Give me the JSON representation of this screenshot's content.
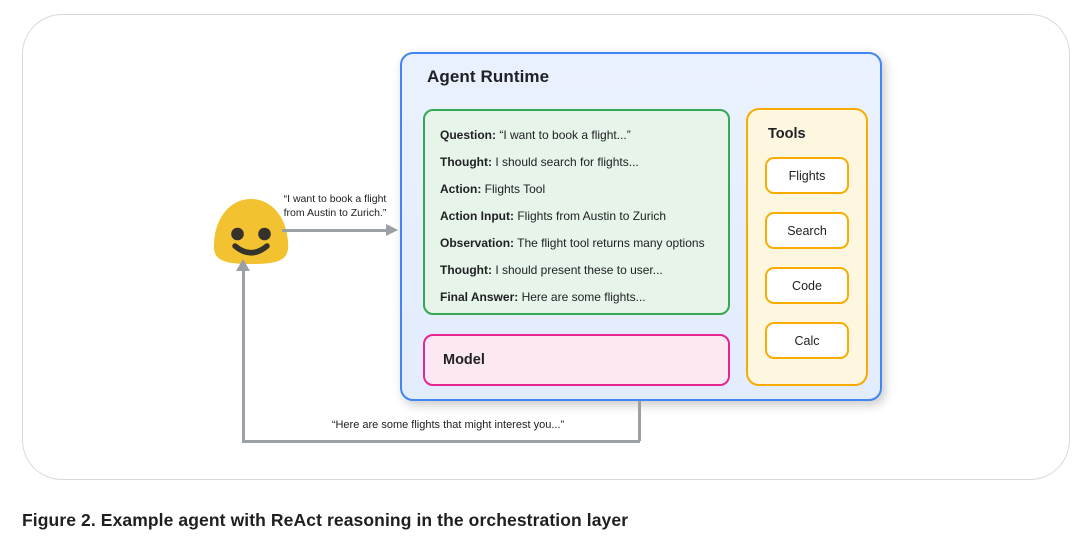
{
  "caption": "Figure 2. Example agent with ReAct reasoning in the orchestration layer",
  "user": {
    "emoji": "smiling-blob-face",
    "request_line1": "“I want to book a flight",
    "request_line2": "from Austin to Zurich.”",
    "response": "“Here are some flights that might interest you...”"
  },
  "runtime": {
    "title": "Agent Runtime",
    "scratchpad": {
      "lines": [
        {
          "label": "Question:",
          "text": " “I want to book a flight...”"
        },
        {
          "label": "Thought:",
          "text": " I should search for flights..."
        },
        {
          "label": "Action:",
          "text": " Flights Tool"
        },
        {
          "label": "Action Input:",
          "text": " Flights from Austin to Zurich"
        },
        {
          "label": "Observation:",
          "text": " The flight tool returns many options"
        },
        {
          "label": "Thought:",
          "text": " I should present these to user..."
        },
        {
          "label": "Final Answer:",
          "text": " Here are some flights..."
        }
      ]
    },
    "model": {
      "label": "Model"
    },
    "tools": {
      "title": "Tools",
      "items": [
        "Flights",
        "Search",
        "Code",
        "Calc"
      ]
    }
  },
  "colors": {
    "runtime_border": "#4285f4",
    "runtime_fill": "#e8f0fe",
    "scratchpad_border": "#34a853",
    "scratchpad_fill": "#e6f4ea",
    "model_border": "#e52592",
    "model_fill": "#fce8f3",
    "tools_border": "#f9ab00",
    "tools_fill": "#fef7e0",
    "arrow": "#9aa0a6",
    "emoji_body": "#f2c230",
    "emoji_features": "#35322c",
    "card_border": "#d6dade"
  }
}
